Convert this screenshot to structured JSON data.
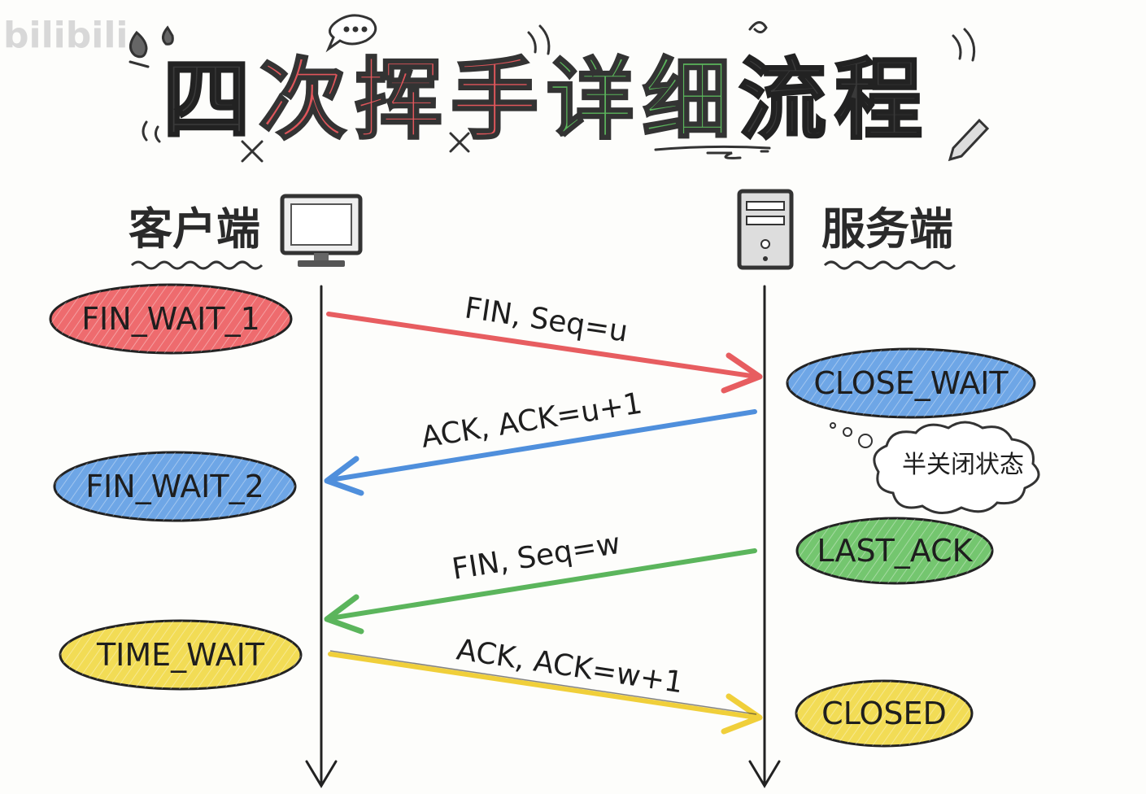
{
  "watermark": "bilibili",
  "title": {
    "chars": [
      "四",
      "次",
      "挥",
      "手",
      "详",
      "细",
      "流",
      "程"
    ],
    "colors": [
      "#3a3a3a",
      "#e0565b",
      "#e0565b",
      "#e0565b",
      "#5bb55c",
      "#5bb55c",
      "#3a3a3a",
      "#3a3a3a"
    ]
  },
  "client": {
    "label": "客户端",
    "icon": "monitor-icon"
  },
  "server": {
    "label": "服务端",
    "icon": "server-tower-icon"
  },
  "client_states": [
    {
      "text": "FIN_WAIT_1",
      "color": "#ee6b6e"
    },
    {
      "text": "FIN_WAIT_2",
      "color": "#6ea6e6"
    },
    {
      "text": "TIME_WAIT",
      "color": "#f2dc55"
    }
  ],
  "server_states": [
    {
      "text": "CLOSE_WAIT",
      "color": "#6ea6e6"
    },
    {
      "text": "LAST_ACK",
      "color": "#74c66f"
    },
    {
      "text": "CLOSED",
      "color": "#f2dc55"
    }
  ],
  "messages": [
    {
      "text": "FIN, Seq=u",
      "direction": "client-to-server",
      "color": "#e75d60"
    },
    {
      "text": "ACK, ACK=u+1",
      "direction": "server-to-client",
      "color": "#4f8fdc"
    },
    {
      "text": "FIN, Seq=w",
      "direction": "server-to-client",
      "color": "#5bb55c"
    },
    {
      "text": "ACK, ACK=w+1",
      "direction": "client-to-server",
      "color": "#f0cf3a"
    }
  ],
  "note": {
    "text": "半关闭状态",
    "icon": "thought-cloud-icon"
  }
}
